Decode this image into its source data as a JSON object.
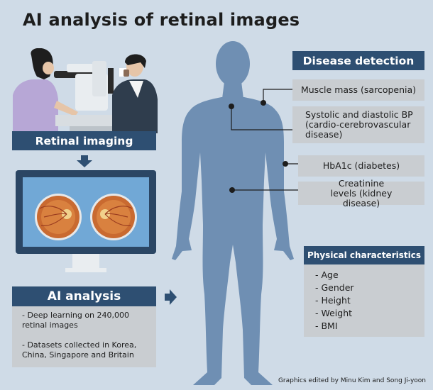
{
  "title": "AI analysis of retinal images",
  "retinal_imaging_label": "Retinal imaging",
  "ai_analysis": {
    "label": "AI analysis",
    "bullets": [
      "- Deep learning on 240,000 retinal images",
      "- Datasets collected in Korea, China, Singapore and Britain"
    ]
  },
  "disease_detection": {
    "label": "Disease detection",
    "items": [
      "Muscle mass (sarcopenia)",
      "Systolic and diastolic BP (cardio-cerebrovascular disease)",
      "HbA1c (diabetes)",
      "Creatinine levels (kidney disease)"
    ]
  },
  "physical_characteristics": {
    "label": "Physical characteristics",
    "items": [
      "- Age",
      "- Gender",
      "- Height",
      "- Weight",
      "- BMI"
    ]
  },
  "credit": "Graphics edited by Minu Kim and Song Ji-yoon",
  "colors": {
    "background": "#cfdbe7",
    "label_dark": "#2e4f72",
    "box_grey": "#c9cdd1",
    "body_silhouette": "#6f8fb3",
    "monitor_frame": "#2b4664",
    "monitor_screen": "#71a8d6"
  }
}
